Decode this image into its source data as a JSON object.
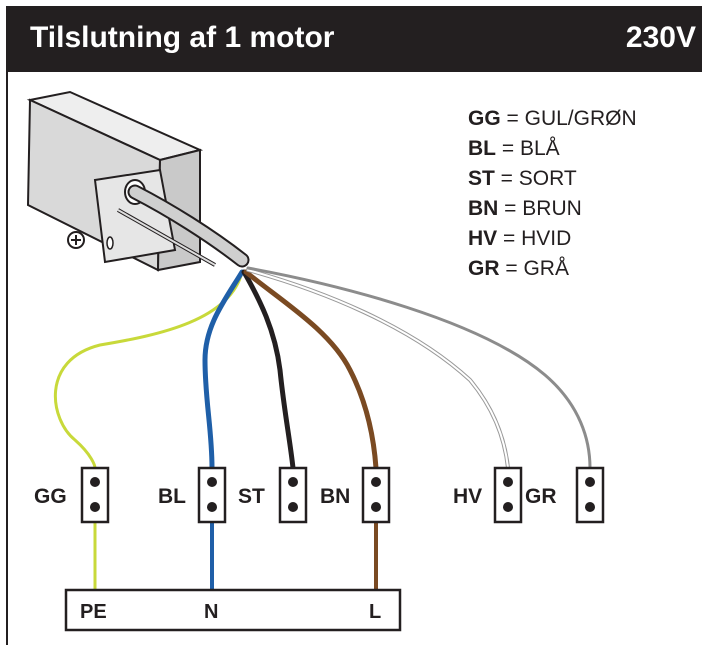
{
  "header": {
    "title": "Tilslutning af 1 motor",
    "voltage": "230V"
  },
  "legend": [
    {
      "code": "GG",
      "sep": " = ",
      "name": "GUL/GRØN"
    },
    {
      "code": "BL",
      "sep": " = ",
      "name": "BLÅ"
    },
    {
      "code": "ST",
      "sep": " = ",
      "name": "SORT"
    },
    {
      "code": "BN",
      "sep": " = ",
      "name": "BRUN"
    },
    {
      "code": "HV",
      "sep": " = ",
      "name": "HVID"
    },
    {
      "code": "GR",
      "sep": " = ",
      "name": "GRÅ"
    }
  ],
  "connectors": [
    "GG",
    "BL",
    "ST",
    "BN",
    "HV",
    "GR"
  ],
  "terminals": [
    "PE",
    "N",
    "L"
  ],
  "colors": {
    "header_bg": "#231f20",
    "yellow_green": "#c8d93a",
    "blue": "#1f5fa8",
    "black": "#231f20",
    "brown": "#7a4a22",
    "white_wire": "#bdbdbd",
    "grey_wire": "#8c8c8c"
  }
}
